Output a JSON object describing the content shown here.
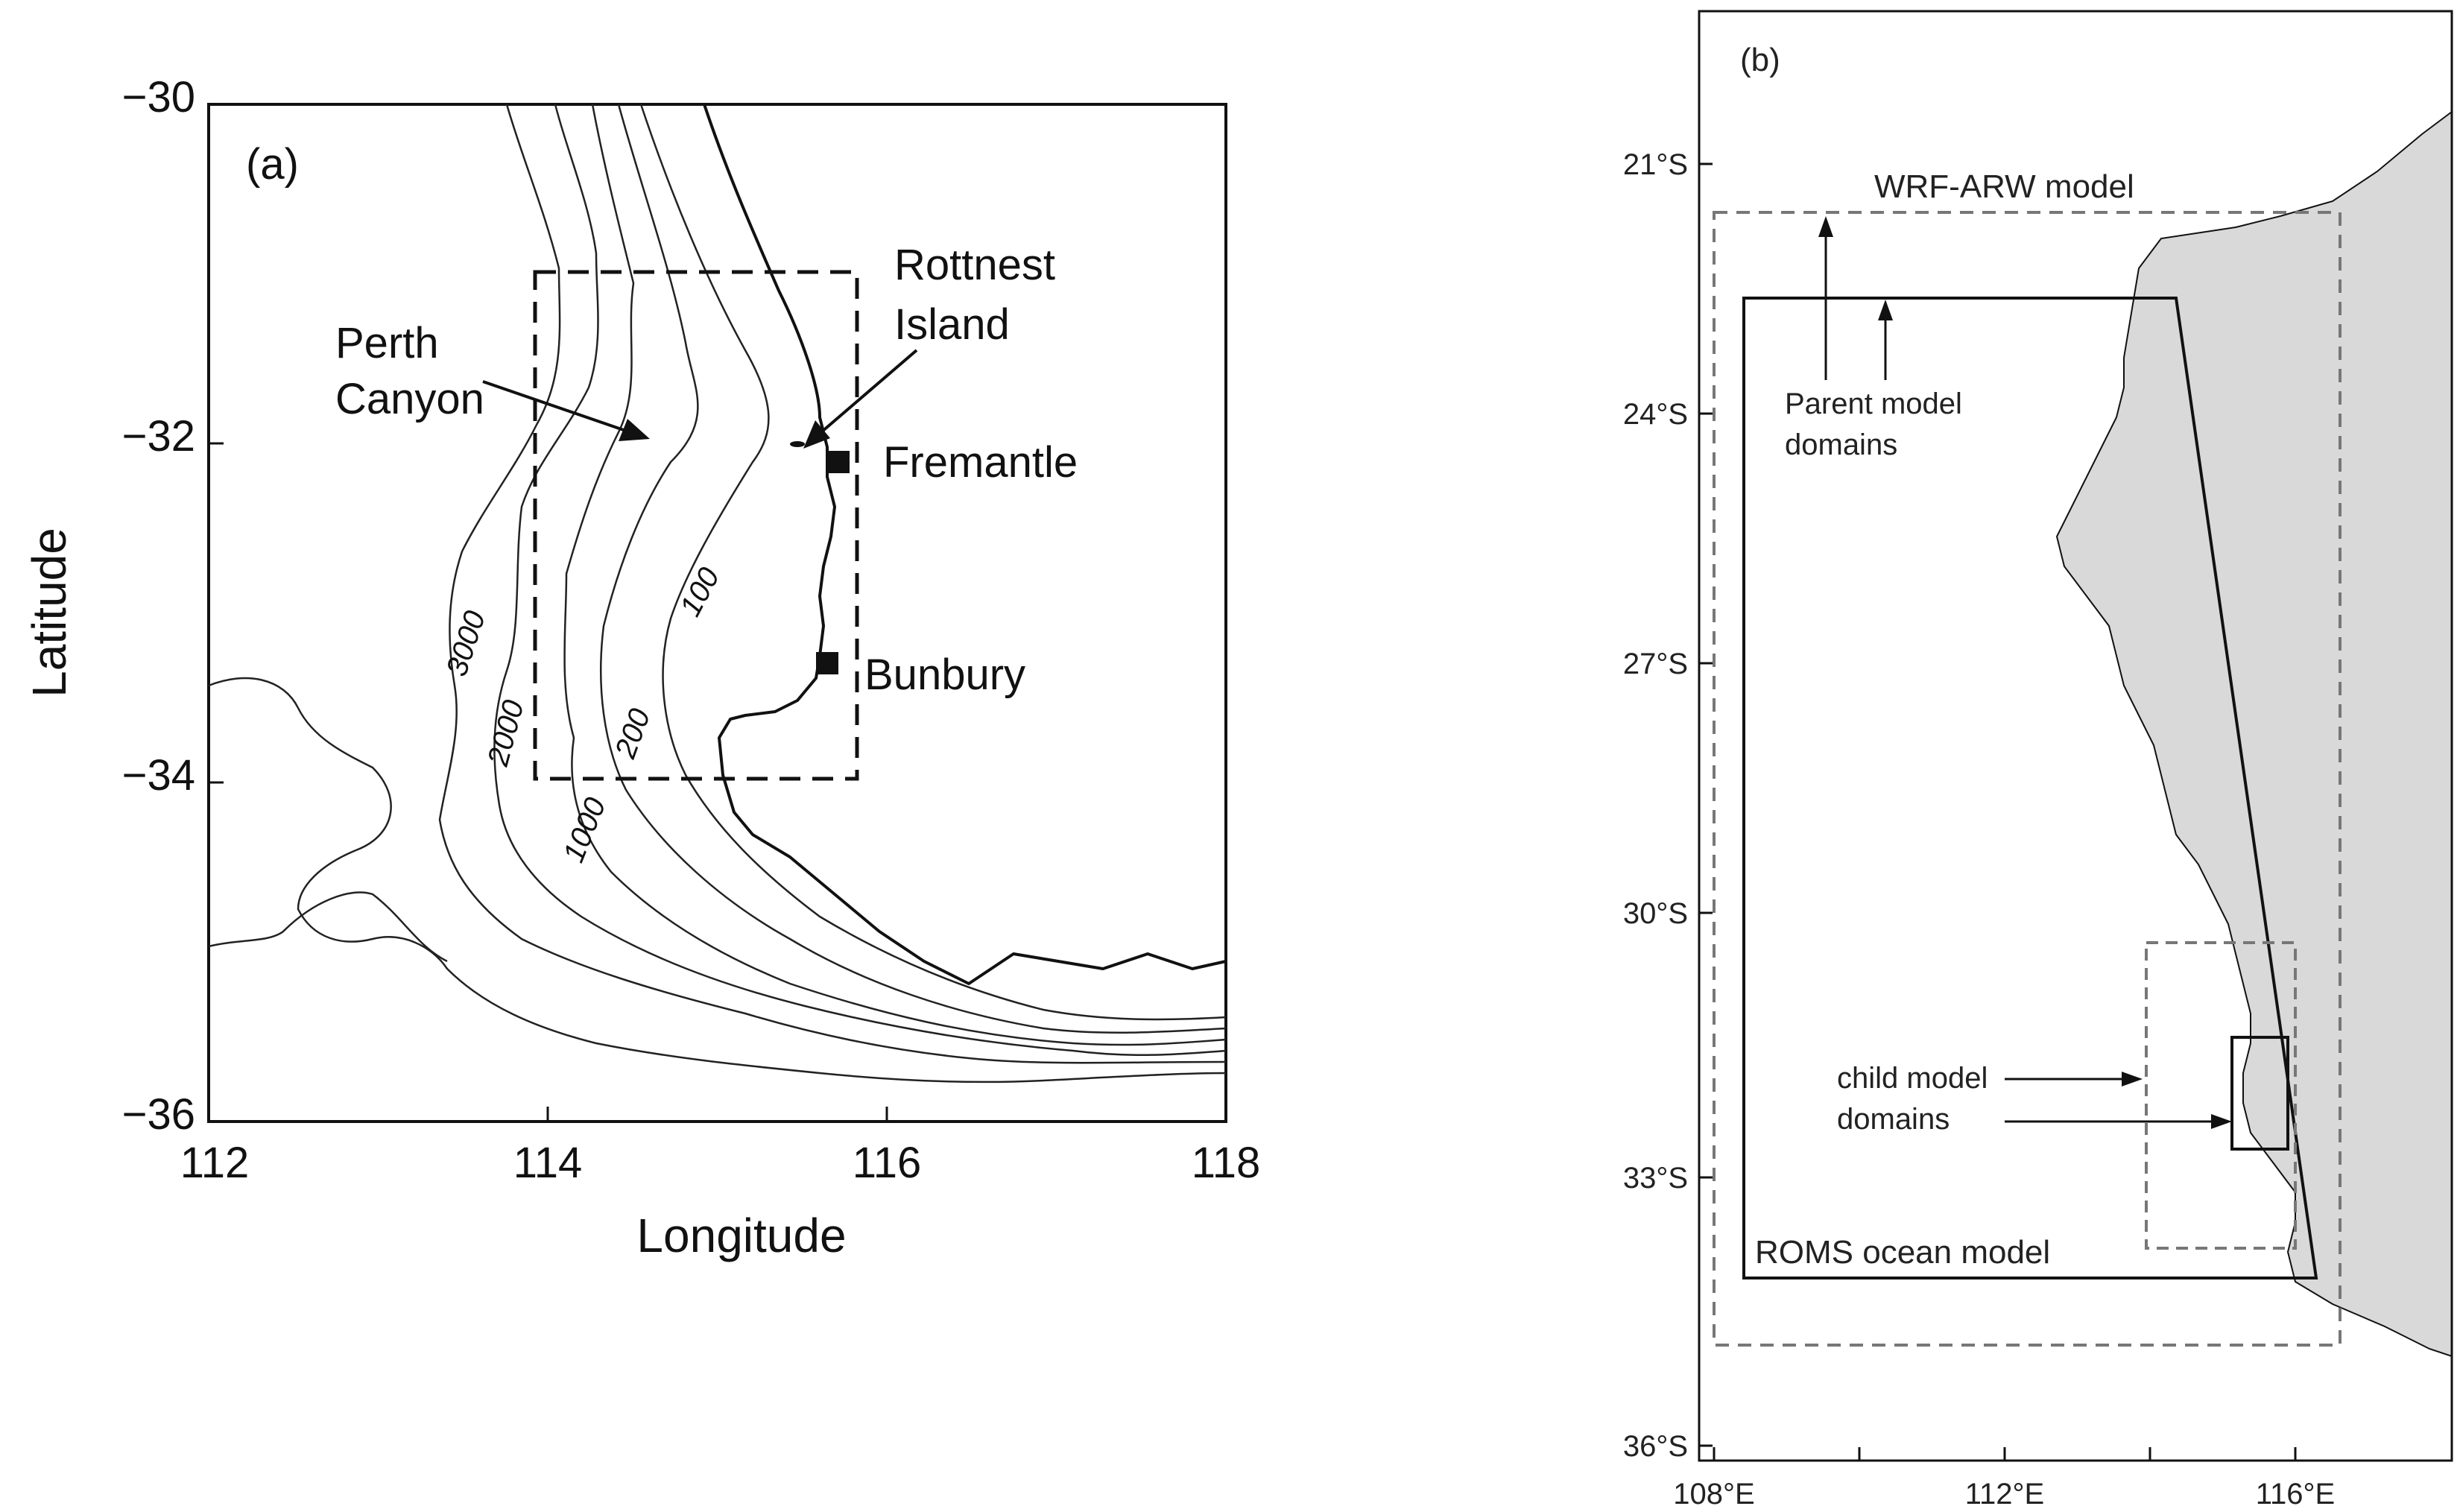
{
  "panel_a": {
    "label": "(a)",
    "x_axis_label": "Longitude",
    "y_axis_label": "Latitude",
    "x_ticks": [
      "112",
      "114",
      "116",
      "118"
    ],
    "y_ticks": [
      "−30",
      "−32",
      "−34",
      "−36"
    ],
    "contour_labels": [
      "3000",
      "2000",
      "1000",
      "200",
      "100"
    ],
    "places": {
      "perth_canyon": [
        "Perth",
        "Canyon"
      ],
      "rottnest": [
        "Rottnest",
        "Island"
      ],
      "fremantle": "Fremantle",
      "bunbury": "Bunbury"
    }
  },
  "panel_b": {
    "label": "(b)",
    "y_ticks": [
      "21°S",
      "24°S",
      "27°S",
      "30°S",
      "33°S",
      "36°S"
    ],
    "x_ticks": [
      "108°E",
      "112°E",
      "116°E"
    ],
    "labels": {
      "wrf": "WRF-ARW model",
      "parent": [
        "Parent model",
        "domains"
      ],
      "child": [
        "child model",
        "domains"
      ],
      "roms": "ROMS ocean model"
    },
    "colors": {
      "land": "#d9d9d9",
      "wrf_box": "#777777",
      "roms_box": "#111111"
    }
  }
}
